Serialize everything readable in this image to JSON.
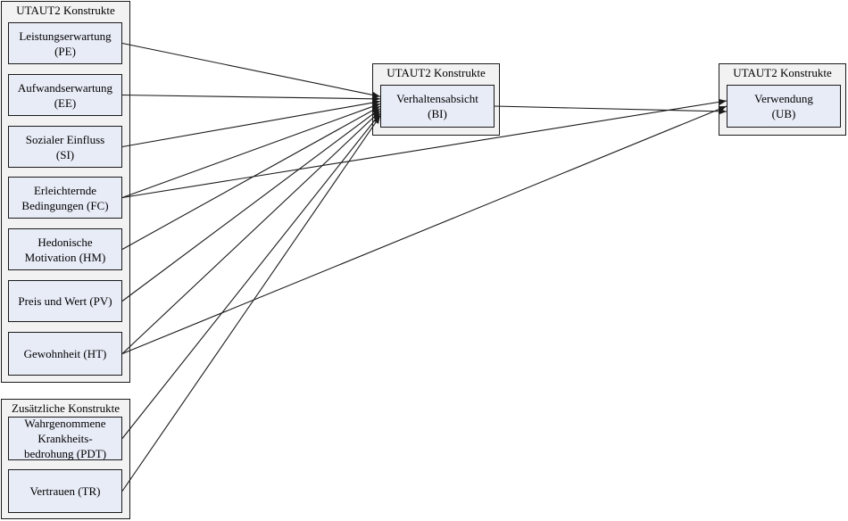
{
  "groups": {
    "utaut_left": "UTAUT2 Konstrukte",
    "additional": "Zusätzliche Konstrukte",
    "utaut_mid": "UTAUT2 Konstrukte",
    "utaut_right": "UTAUT2 Konstrukte"
  },
  "nodes": {
    "pe": [
      "Leistungserwartung",
      "(PE)"
    ],
    "ee": [
      "Aufwandserwartung",
      "(EE)"
    ],
    "si": [
      "Sozialer Einfluss",
      "(SI)"
    ],
    "fc": [
      "Erleichternde",
      "Bedingungen (FC)"
    ],
    "hm": [
      "Hedonische",
      "Motivation (HM)"
    ],
    "pv": [
      "Preis und Wert (PV)"
    ],
    "ht": [
      "Gewohnheit (HT)"
    ],
    "pdt": [
      "Wahrgenommene",
      "Krankheits-",
      "bedrohung (PDT)"
    ],
    "tr": [
      "Vertrauen (TR)"
    ],
    "bi": [
      "Verhaltensabsicht",
      "(BI)"
    ],
    "ub": [
      "Verwendung",
      "(UB)"
    ]
  },
  "edges": [
    [
      "pe",
      "bi"
    ],
    [
      "ee",
      "bi"
    ],
    [
      "si",
      "bi"
    ],
    [
      "fc",
      "bi"
    ],
    [
      "hm",
      "bi"
    ],
    [
      "pv",
      "bi"
    ],
    [
      "ht",
      "bi"
    ],
    [
      "pdt",
      "bi"
    ],
    [
      "tr",
      "bi"
    ],
    [
      "fc",
      "ub"
    ],
    [
      "ht",
      "ub"
    ],
    [
      "bi",
      "ub"
    ]
  ],
  "colors": {
    "group_fill": "#f2f2f2",
    "node_fill": "#e8ecf7",
    "stroke": "#1a1a1a"
  }
}
